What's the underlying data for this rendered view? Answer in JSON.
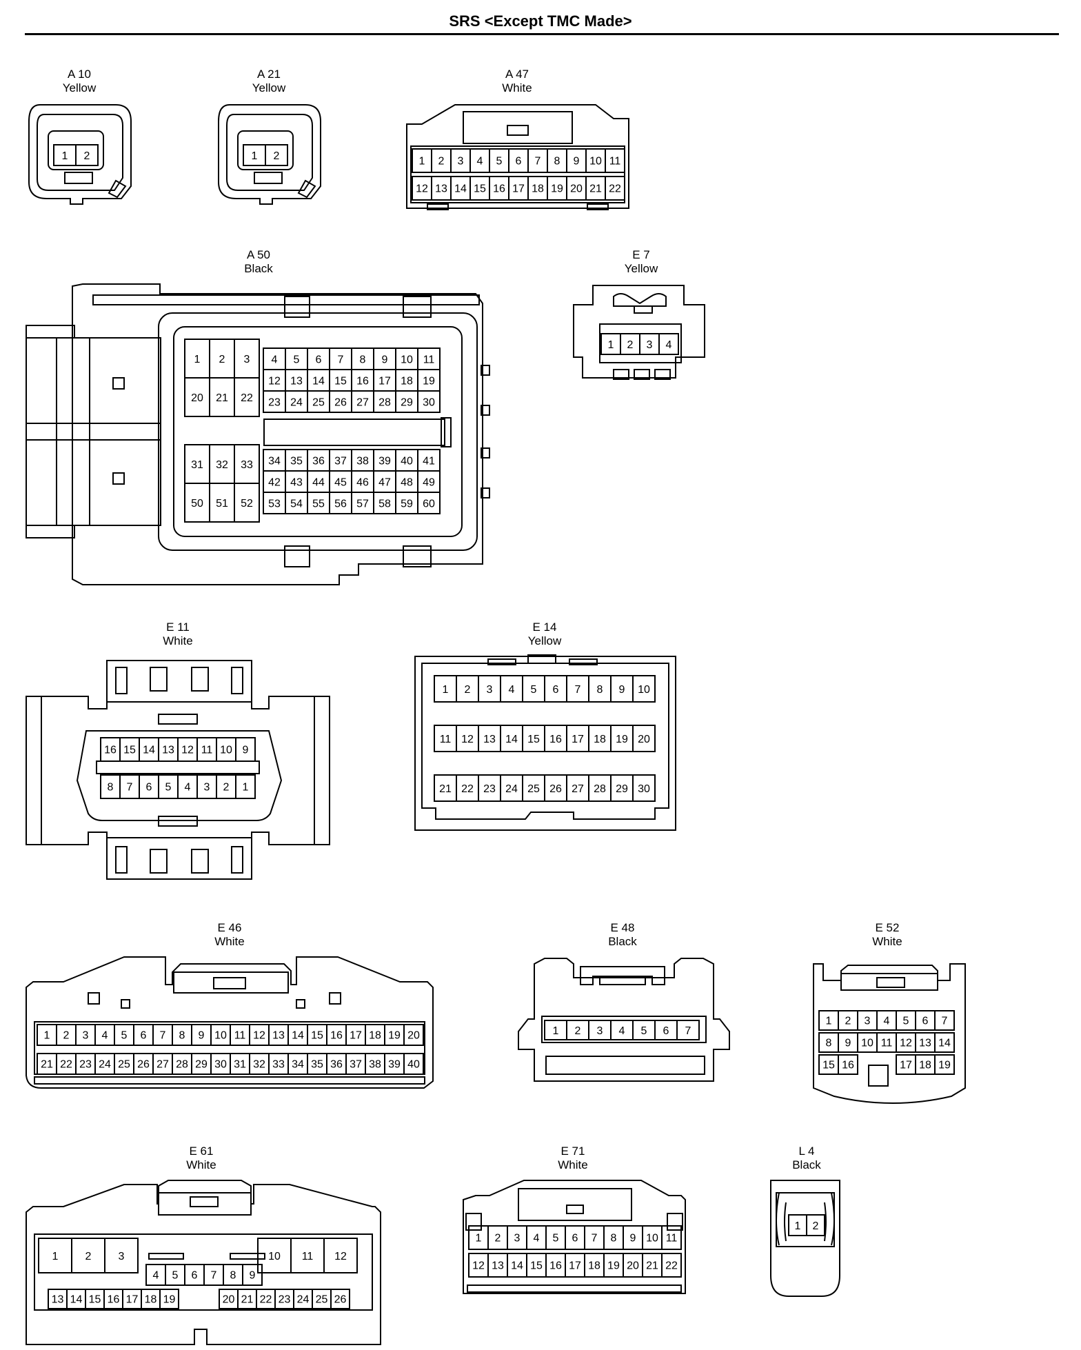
{
  "title": "SRS <Except TMC Made>",
  "connectors": {
    "A10": {
      "code": "A 10",
      "color": "Yellow",
      "pins": [
        "1",
        "2"
      ]
    },
    "A21": {
      "code": "A 21",
      "color": "Yellow",
      "pins": [
        "1",
        "2"
      ]
    },
    "A47": {
      "code": "A 47",
      "color": "White",
      "rows": [
        [
          "1",
          "2",
          "3",
          "4",
          "5",
          "6",
          "7",
          "8",
          "9",
          "10",
          "11"
        ],
        [
          "12",
          "13",
          "14",
          "15",
          "16",
          "17",
          "18",
          "19",
          "20",
          "21",
          "22"
        ]
      ]
    },
    "A50": {
      "code": "A 50",
      "color": "Black",
      "blocks": [
        [
          [
            "1",
            "2",
            "3"
          ],
          [
            "20",
            "21",
            "22"
          ]
        ],
        [
          [
            "4",
            "5",
            "6",
            "7",
            "8",
            "9",
            "10",
            "11"
          ],
          [
            "12",
            "13",
            "14",
            "15",
            "16",
            "17",
            "18",
            "19"
          ],
          [
            "23",
            "24",
            "25",
            "26",
            "27",
            "28",
            "29",
            "30"
          ]
        ],
        [
          [
            "31",
            "32",
            "33"
          ],
          [
            "50",
            "51",
            "52"
          ]
        ],
        [
          [
            "34",
            "35",
            "36",
            "37",
            "38",
            "39",
            "40",
            "41"
          ],
          [
            "42",
            "43",
            "44",
            "45",
            "46",
            "47",
            "48",
            "49"
          ],
          [
            "53",
            "54",
            "55",
            "56",
            "57",
            "58",
            "59",
            "60"
          ]
        ]
      ]
    },
    "E7": {
      "code": "E 7",
      "color": "Yellow",
      "rows": [
        [
          "1",
          "2",
          "3",
          "4"
        ]
      ]
    },
    "E11": {
      "code": "E 11",
      "color": "White",
      "rows": [
        [
          "16",
          "15",
          "14",
          "13",
          "12",
          "11",
          "10",
          "9"
        ],
        [
          "8",
          "7",
          "6",
          "5",
          "4",
          "3",
          "2",
          "1"
        ]
      ]
    },
    "E14": {
      "code": "E 14",
      "color": "Yellow",
      "rows": [
        [
          "1",
          "2",
          "3",
          "4",
          "5",
          "6",
          "7",
          "8",
          "9",
          "10"
        ],
        [
          "11",
          "12",
          "13",
          "14",
          "15",
          "16",
          "17",
          "18",
          "19",
          "20"
        ],
        [
          "21",
          "22",
          "23",
          "24",
          "25",
          "26",
          "27",
          "28",
          "29",
          "30"
        ]
      ]
    },
    "E46": {
      "code": "E 46",
      "color": "White",
      "rows": [
        [
          "1",
          "2",
          "3",
          "4",
          "5",
          "6",
          "7",
          "8",
          "9",
          "10",
          "11",
          "12",
          "13",
          "14",
          "15",
          "16",
          "17",
          "18",
          "19",
          "20"
        ],
        [
          "21",
          "22",
          "23",
          "24",
          "25",
          "26",
          "27",
          "28",
          "29",
          "30",
          "31",
          "32",
          "33",
          "34",
          "35",
          "36",
          "37",
          "38",
          "39",
          "40"
        ]
      ]
    },
    "E48": {
      "code": "E 48",
      "color": "Black",
      "rows": [
        [
          "1",
          "2",
          "3",
          "4",
          "5",
          "6",
          "7"
        ]
      ]
    },
    "E52": {
      "code": "E 52",
      "color": "White",
      "rows": [
        [
          "1",
          "2",
          "3",
          "4",
          "5",
          "6",
          "7"
        ],
        [
          "8",
          "9",
          "10",
          "11",
          "12",
          "13",
          "14"
        ],
        [
          "15",
          "16",
          "",
          "",
          "17",
          "18",
          "19"
        ]
      ]
    },
    "E61": {
      "code": "E 61",
      "color": "White",
      "big": [
        "1",
        "2",
        "3",
        "10",
        "11",
        "12"
      ],
      "mid": [
        "4",
        "5",
        "6",
        "7",
        "8",
        "9"
      ],
      "bottom": [
        "13",
        "14",
        "15",
        "16",
        "17",
        "18",
        "19",
        "20",
        "21",
        "22",
        "23",
        "24",
        "25",
        "26"
      ]
    },
    "E71": {
      "code": "E 71",
      "color": "White",
      "rows": [
        [
          "1",
          "2",
          "3",
          "4",
          "5",
          "6",
          "7",
          "8",
          "9",
          "10",
          "11"
        ],
        [
          "12",
          "13",
          "14",
          "15",
          "16",
          "17",
          "18",
          "19",
          "20",
          "21",
          "22"
        ]
      ]
    },
    "L4": {
      "code": "L 4",
      "color": "Black",
      "pins": [
        "1",
        "2"
      ]
    }
  }
}
